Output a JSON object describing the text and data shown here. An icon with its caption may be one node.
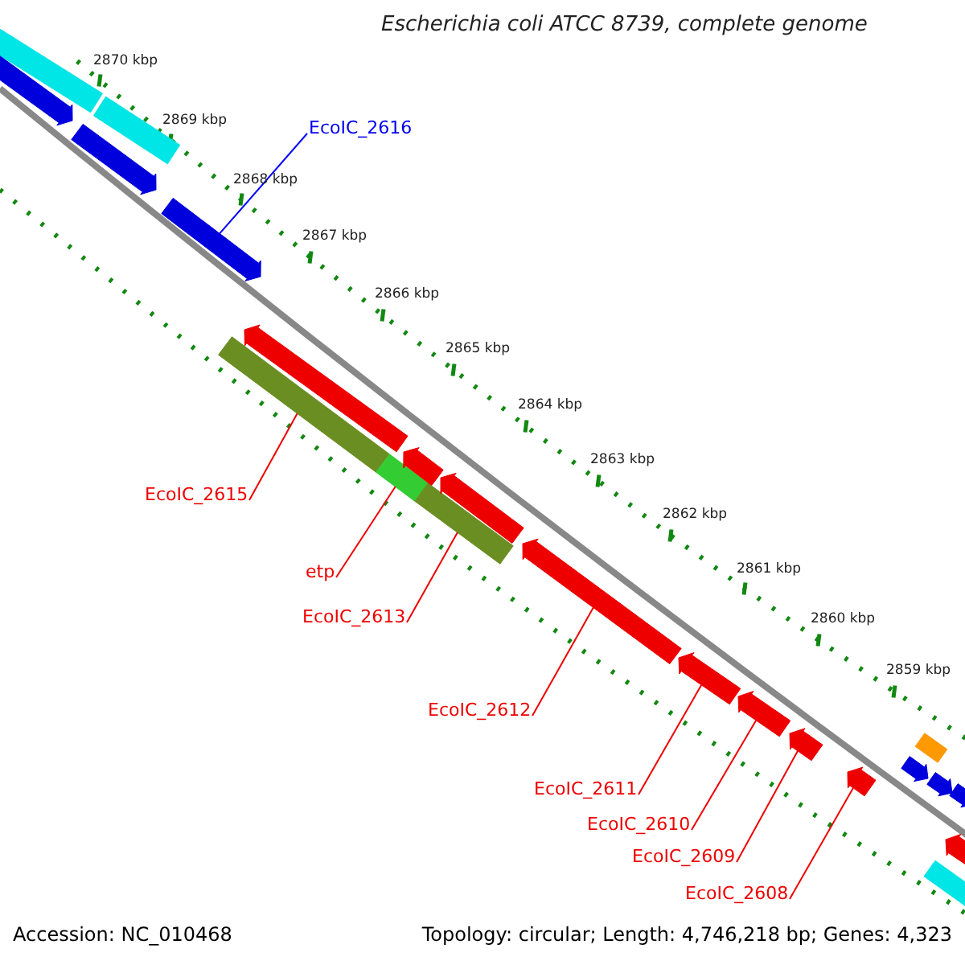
{
  "diagram": {
    "title": "Escherichia coli ATCC 8739, complete genome",
    "nodes": [
      {
        "text": [
          "EcoIC_2616"
        ]
      },
      {
        "text": [
          "EcoIC_2615"
        ]
      },
      {
        "text": [
          "etp"
        ]
      },
      {
        "text": [
          "EcoIC_2613"
        ]
      },
      {
        "text": [
          "EcoIC_2612"
        ]
      },
      {
        "text": [
          "EcoIC_2611"
        ]
      },
      {
        "text": [
          "EcoIC_2610"
        ]
      },
      {
        "text": [
          "EcoIC_2609"
        ]
      },
      {
        "text": [
          "EcoIC_2608"
        ]
      },
      {
        "text": [],
        "shape": "arrow"
      },
      {
        "text": [],
        "shape": "bar"
      },
      {
        "text": [],
        "shape": "bar"
      },
      {
        "text": [],
        "shape": "bar"
      },
      {
        "text": [],
        "shape": "arrow"
      },
      {
        "text": [],
        "shape": "arrow"
      },
      {
        "text": [],
        "shape": "arrow"
      },
      {
        "text": [],
        "shape": "arrow"
      },
      {
        "text": [],
        "shape": "arrow"
      },
      {
        "text": [],
        "shape": "bar"
      },
      {
        "text": [],
        "shape": "bar"
      },
      {
        "text": [],
        "shape": "arrow"
      },
      {
        "text": [],
        "shape": "arrow"
      },
      {
        "text": [],
        "shape": "arrow"
      },
      {
        "text": [],
        "shape": "arrow"
      },
      {
        "text": [],
        "shape": "arrow"
      },
      {
        "text": [],
        "shape": "arrow"
      },
      {
        "text": [],
        "shape": "bar"
      },
      {
        "text": [],
        "shape": "arrow"
      },
      {
        "text": [],
        "shape": "arrow"
      },
      {
        "text": [],
        "shape": "arrow"
      },
      {
        "text": [],
        "shape": "bar"
      }
    ],
    "edges": [
      {
        "from": 0,
        "to": 9,
        "arrow": "none",
        "color": "#0000ff"
      },
      {
        "from": 1,
        "to": 10,
        "arrow": "none"
      },
      {
        "from": 2,
        "to": 11,
        "arrow": "none"
      },
      {
        "from": 3,
        "to": 12,
        "arrow": "none"
      },
      {
        "from": 4,
        "to": 13,
        "arrow": "none"
      },
      {
        "from": 5,
        "to": 14,
        "arrow": "none"
      },
      {
        "from": 6,
        "to": 15,
        "arrow": "none"
      },
      {
        "from": 7,
        "to": 16,
        "arrow": "none"
      },
      {
        "from": 8,
        "to": 17,
        "arrow": "none"
      }
    ],
    "labels": [
      "2870 kbp",
      "2869 kbp",
      "2868 kbp",
      "2867 kbp",
      "2866 kbp",
      "2865 kbp",
      "2864 kbp",
      "2863 kbp",
      "2862 kbp",
      "2861 kbp",
      "2860 kbp",
      "2859 kbp",
      "Accession: NC_010468",
      "Topology: circular; Length: 4,746,218 bp; Genes: 4,323"
    ]
  }
}
